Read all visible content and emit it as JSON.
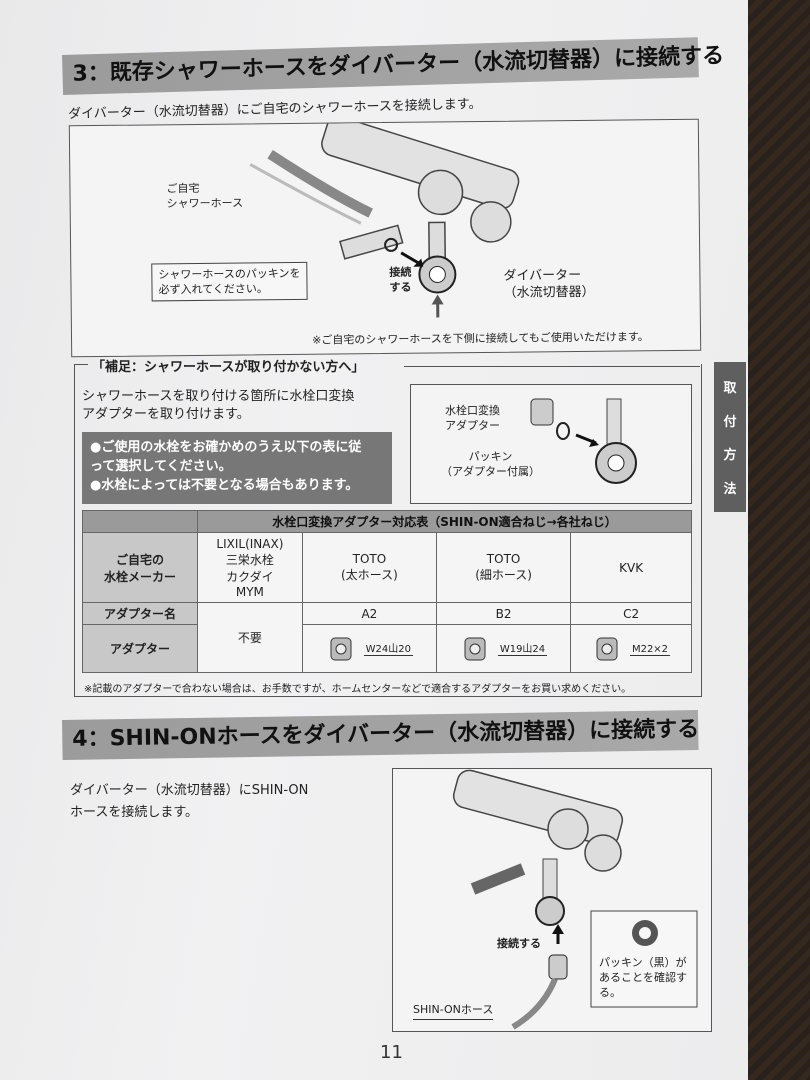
{
  "section3": {
    "heading": "3：既存シャワーホースをダイバーター（水流切替器）に接続する",
    "intro": "ダイバーター（水流切替器）にご自宅のシャワーホースを接続します。",
    "label_hose": [
      "ご自宅",
      "シャワーホース"
    ],
    "label_packing_note": [
      "シャワーホースのパッキンを",
      "必ず入れてください。"
    ],
    "label_connect": [
      "接続",
      "する"
    ],
    "label_diverter": [
      "ダイバーター",
      "（水流切替器）"
    ],
    "footnote": "※ご自宅のシャワーホースを下側に接続してもご使用いただけます。"
  },
  "supplement": {
    "title": "「補足：シャワーホースが取り付かない方へ」",
    "text": [
      "シャワーホースを取り付ける箇所に水栓口変換",
      "アダプターを取り付けます。"
    ],
    "warnings": [
      "●ご使用の水栓をお確かめのうえ以下の表に従",
      "って選択してください。",
      "●水栓によっては不要となる場合もあります。"
    ],
    "label_adapter": [
      "水栓口変換",
      "アダプター"
    ],
    "label_packing": [
      "パッキン",
      "（アダプター付属）"
    ]
  },
  "side_tab": [
    "取",
    "付",
    "方",
    "法"
  ],
  "table": {
    "title": "水栓口変換アダプター対応表（SHIN-ON適合ねじ→各社ねじ）",
    "row_header_maker": [
      "ご自宅の",
      "水栓メーカー"
    ],
    "row_header_name": "アダプター名",
    "row_header_adapter": "アダプター",
    "makers": [
      [
        "LIXIL(INAX)",
        "三栄水栓",
        "カクダイ",
        "MYM"
      ],
      [
        "TOTO",
        "(太ホース)"
      ],
      [
        "TOTO",
        "(細ホース)"
      ],
      [
        "KVK"
      ]
    ],
    "not_needed": "不要",
    "names": [
      "A2",
      "B2",
      "C2"
    ],
    "specs": [
      "W24山20",
      "W19山24",
      "M22×2"
    ],
    "note": "※記載のアダプターで合わない場合は、お手数ですが、ホームセンターなどで適合するアダプターをお買い求めください。"
  },
  "section4": {
    "heading": "4：SHIN-ONホースをダイバーター（水流切替器）に接続する",
    "intro": [
      "ダイバーター（水流切替器）にSHIN-ON",
      "ホースを接続します。"
    ],
    "label_connect": "接続する",
    "label_packing_check": [
      "パッキン（黒）が",
      "あることを確認す",
      "る。"
    ],
    "label_hose": "SHIN-ONホース"
  },
  "page_number": "11"
}
